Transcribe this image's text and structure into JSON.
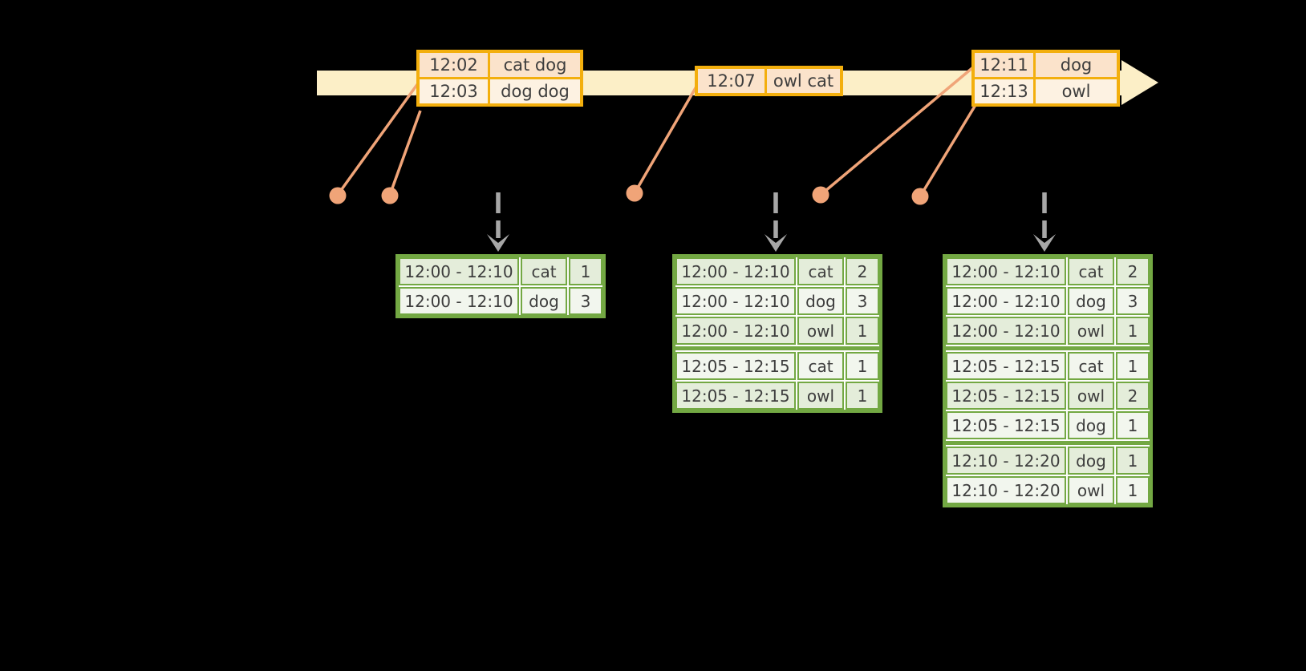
{
  "colors": {
    "bg": "#000000",
    "gold": "#F3AF0D",
    "peach": "#FBE3CB",
    "cream": "#FDF2E2",
    "band": "#FCEFC7",
    "salmon": "#F0A478",
    "green": "#73A843",
    "sage": "#E4EDDA",
    "pale": "#F2F6EE",
    "paper": "#FDFDFB",
    "gray_arrow": "#A7A7A7",
    "text": "#3D3D3D"
  },
  "event_tables": [
    {
      "rows": [
        {
          "time": "12:02",
          "words": "cat dog"
        },
        {
          "time": "12:03",
          "words": "dog dog"
        }
      ]
    },
    {
      "rows": [
        {
          "time": "12:07",
          "words": "owl cat"
        }
      ]
    },
    {
      "rows": [
        {
          "time": "12:11",
          "words": "dog"
        },
        {
          "time": "12:13",
          "words": "owl"
        }
      ]
    }
  ],
  "result_tables": [
    {
      "groups": [
        {
          "rows": [
            {
              "window": "12:00 - 12:10",
              "word": "cat",
              "count": "1"
            },
            {
              "window": "12:00 - 12:10",
              "word": "dog",
              "count": "3"
            }
          ]
        }
      ]
    },
    {
      "groups": [
        {
          "rows": [
            {
              "window": "12:00 - 12:10",
              "word": "cat",
              "count": "2"
            },
            {
              "window": "12:00 - 12:10",
              "word": "dog",
              "count": "3"
            },
            {
              "window": "12:00 - 12:10",
              "word": "owl",
              "count": "1"
            }
          ]
        },
        {
          "rows": [
            {
              "window": "12:05 - 12:15",
              "word": "cat",
              "count": "1"
            },
            {
              "window": "12:05 - 12:15",
              "word": "owl",
              "count": "1"
            }
          ]
        }
      ]
    },
    {
      "groups": [
        {
          "rows": [
            {
              "window": "12:00 - 12:10",
              "word": "cat",
              "count": "2"
            },
            {
              "window": "12:00 - 12:10",
              "word": "dog",
              "count": "3"
            },
            {
              "window": "12:00 - 12:10",
              "word": "owl",
              "count": "1"
            }
          ]
        },
        {
          "rows": [
            {
              "window": "12:05 - 12:15",
              "word": "cat",
              "count": "1"
            },
            {
              "window": "12:05 - 12:15",
              "word": "owl",
              "count": "2"
            },
            {
              "window": "12:05 - 12:15",
              "word": "dog",
              "count": "1"
            }
          ]
        },
        {
          "rows": [
            {
              "window": "12:10 - 12:20",
              "word": "dog",
              "count": "1"
            },
            {
              "window": "12:10 - 12:20",
              "word": "owl",
              "count": "1"
            }
          ]
        }
      ]
    }
  ]
}
